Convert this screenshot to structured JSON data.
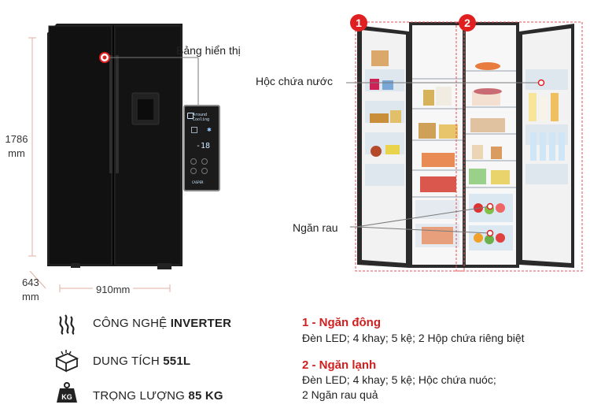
{
  "dimensions": {
    "height": "1786",
    "height_unit": "mm",
    "depth": "643",
    "depth_unit": "mm",
    "width": "910mm"
  },
  "callouts": {
    "display_panel": "Bảng hiển thị",
    "water_box": "Hộc chứa nước",
    "vegetable_drawer": "Ngăn rau"
  },
  "badges": [
    "1",
    "2"
  ],
  "panel": {
    "line1": "Around",
    "line2": "Cooling",
    "temp": "-18",
    "brand": "CASPER"
  },
  "features": [
    {
      "icon": "inverter-icon",
      "prefix": "CÔNG NGHỆ ",
      "value": "INVERTER"
    },
    {
      "icon": "capacity-icon",
      "prefix": "DUNG TÍCH ",
      "value": "551L"
    },
    {
      "icon": "weight-icon",
      "prefix": "TRỌNG LƯỢNG ",
      "value": "85 KG",
      "icon_label": "KG"
    }
  ],
  "sections": [
    {
      "title": "1 - Ngăn đông",
      "lines": [
        "Đèn LED; 4 khay; 5 kệ; 2 Hộp chứa riêng biệt"
      ]
    },
    {
      "title": "2 - Ngăn lạnh",
      "lines": [
        "Đèn LED; 4 khay; 5 kệ; Hộc chứa nuóc;",
        "2 Ngăn rau quả"
      ]
    }
  ],
  "colors": {
    "accent_red": "#d01f1f",
    "fridge_body": "#141414",
    "leader_line": "#7a7a7a"
  }
}
